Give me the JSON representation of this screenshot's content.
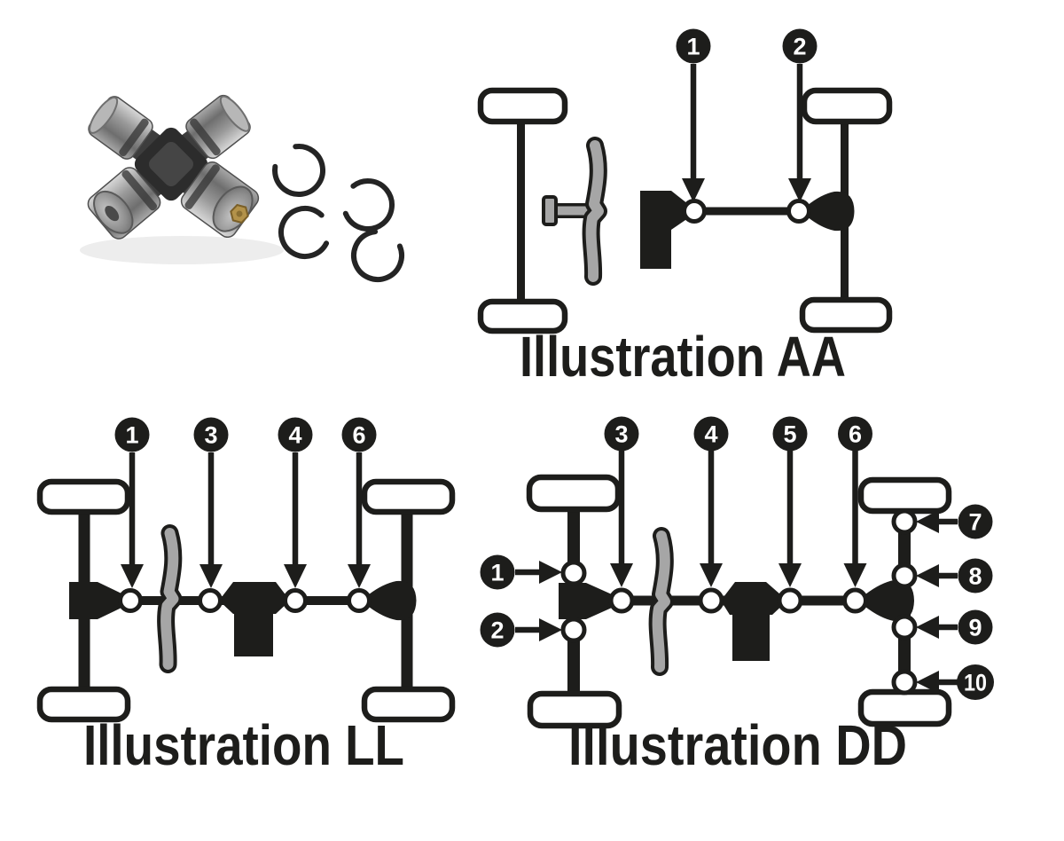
{
  "photo": {
    "alt": "universal joint with four snap rings"
  },
  "aa": {
    "title": "Illustration AA",
    "callouts": [
      "1",
      "2"
    ]
  },
  "ll": {
    "title": "Illustration LL",
    "callouts": [
      "1",
      "3",
      "4",
      "6"
    ]
  },
  "dd": {
    "title": "Illustration DD",
    "top": [
      "3",
      "4",
      "5",
      "6"
    ],
    "left": [
      "1",
      "2"
    ],
    "right": [
      "7",
      "8",
      "9",
      "10"
    ]
  },
  "colors": {
    "ink": "#1d1d1b",
    "gray": "#a6a6a6",
    "white": "#ffffff",
    "brass": "#b3924a"
  }
}
